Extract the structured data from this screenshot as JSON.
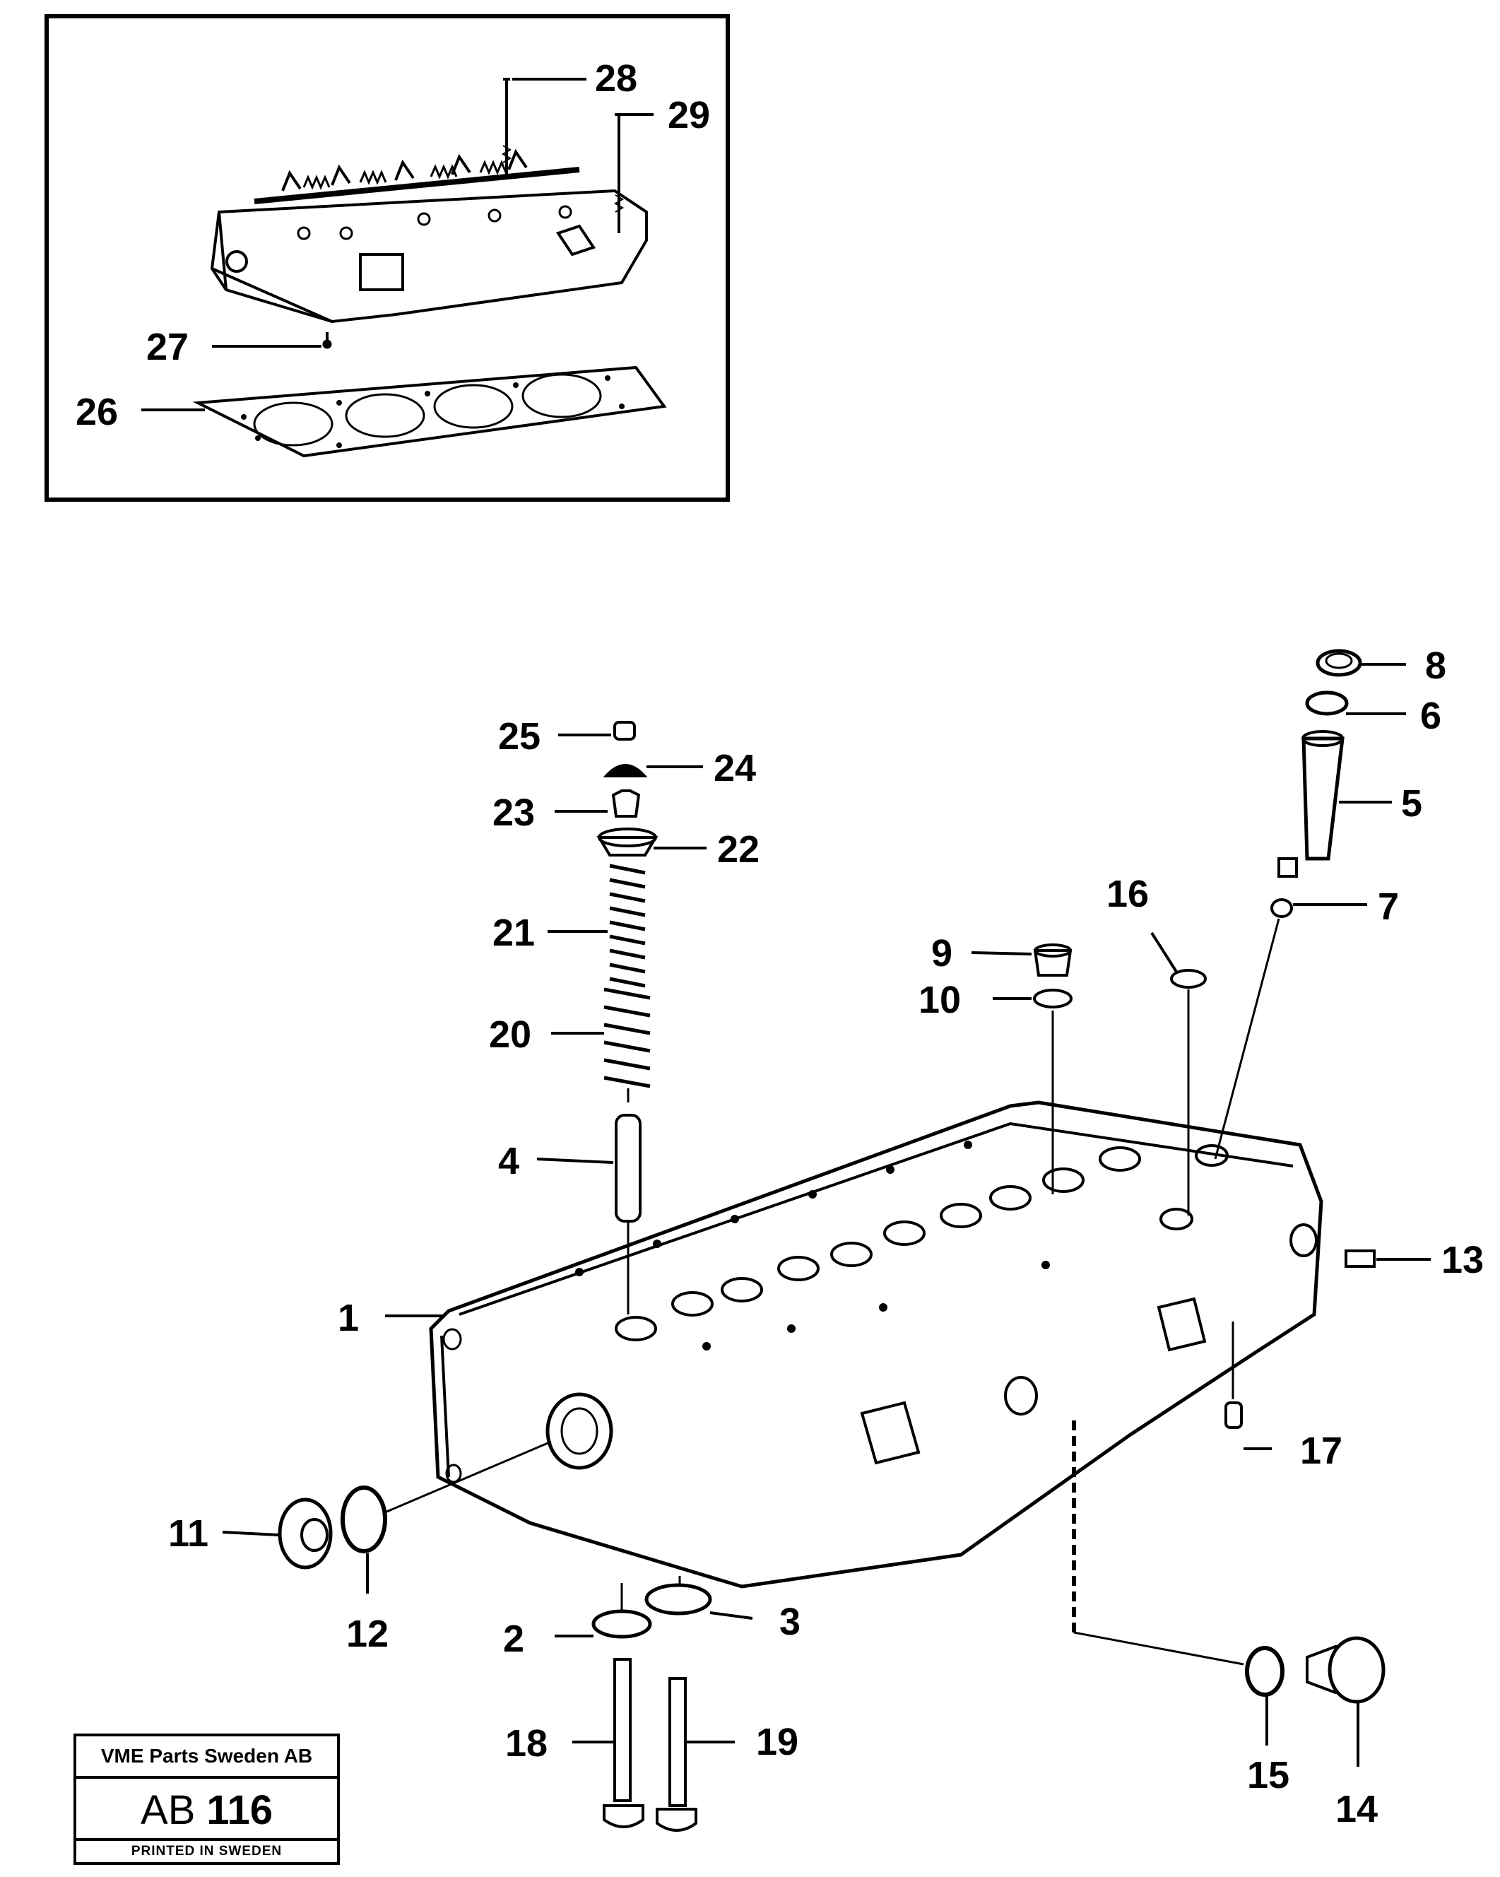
{
  "inset": {
    "callouts": [
      "28",
      "29",
      "27",
      "26"
    ]
  },
  "main": {
    "callouts": [
      "1",
      "2",
      "3",
      "4",
      "5",
      "6",
      "7",
      "8",
      "9",
      "10",
      "11",
      "12",
      "13",
      "14",
      "15",
      "16",
      "17",
      "18",
      "19",
      "20",
      "21",
      "22",
      "23",
      "24",
      "25"
    ]
  },
  "stamp": {
    "company": "VME Parts Sweden AB",
    "code_prefix": "AB",
    "code_number": "116",
    "printed": "PRINTED IN SWEDEN"
  }
}
